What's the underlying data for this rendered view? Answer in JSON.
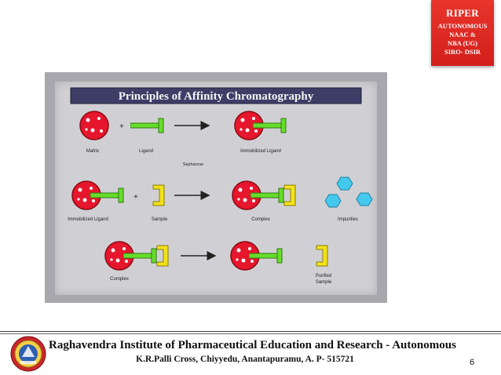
{
  "badge": {
    "title": "RIPER",
    "line1": "AUTONOMOUS",
    "line2": "NAAC &",
    "line3": "NBA (UG)",
    "line4": "SIRO- DSIR"
  },
  "figure": {
    "title": "Principles of Affinity Chromatography",
    "plus": "+",
    "labels": {
      "matrix": "Matrix",
      "ligand": "Ligand",
      "immobilized_ligand_1": "Immobilized Ligand",
      "sepharose": "Sepharose",
      "immobilized_ligand_2": "Immobilized Ligand",
      "sample": "Sample",
      "complex_1": "Complex",
      "impurities": "Impurities",
      "complex_2": "Complex",
      "purified_sample_1": "Purified",
      "purified_sample_2": "Sample"
    },
    "colors": {
      "matrix": "#e6162c",
      "ligand": "#66dd2a",
      "sample": "#f2e21a",
      "impurity": "#44c9ee"
    }
  },
  "footer": {
    "institute": "Raghavendra Institute of Pharmaceutical Education and Research - Autonomous",
    "address": "K.R.Palli Cross, Chiyyedu, Anantapuramu, A. P- 515721",
    "page_number": "6"
  }
}
